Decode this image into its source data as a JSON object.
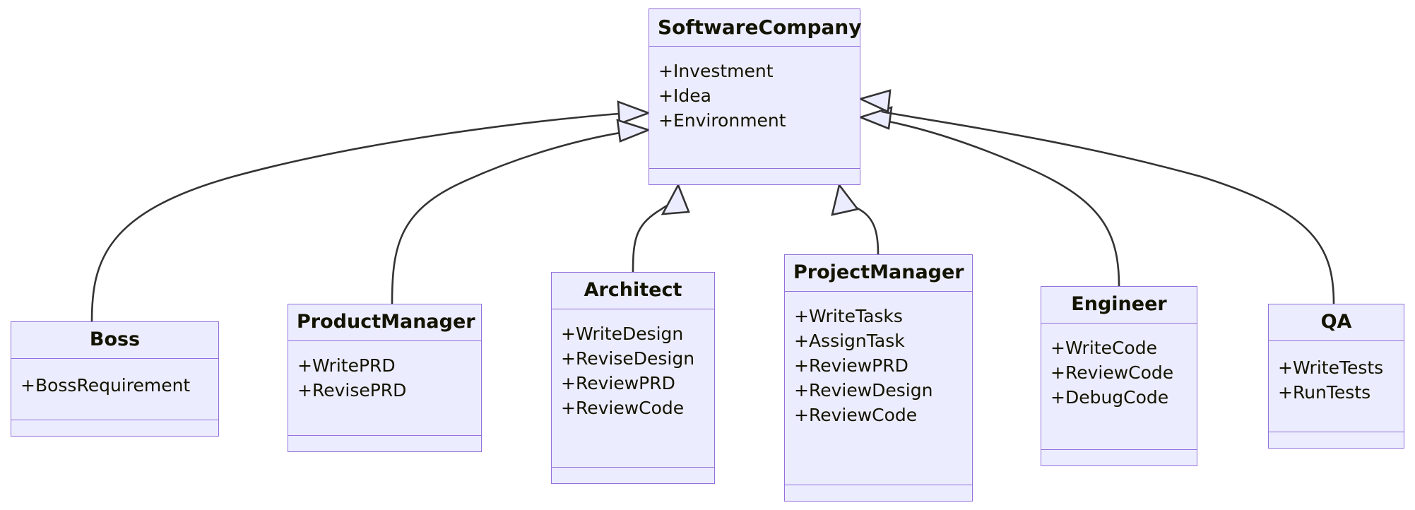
{
  "diagram": {
    "type": "uml-class-diagram",
    "relationship": "generalization",
    "colors": {
      "class_fill": "#ECECFF",
      "class_border": "#9370DB",
      "edge_stroke": "#333333",
      "arrowhead_fill": "#ECECFF",
      "text": "#131300",
      "background": "#FFFFFF"
    },
    "classes": [
      {
        "id": "softwarecompany",
        "name": "SoftwareCompany",
        "members": [
          "+Investment",
          "+Idea",
          "+Environment"
        ],
        "methods": []
      },
      {
        "id": "boss",
        "name": "Boss",
        "members": [
          "+BossRequirement"
        ],
        "methods": []
      },
      {
        "id": "productmanager",
        "name": "ProductManager",
        "members": [
          "+WritePRD",
          "+RevisePRD"
        ],
        "methods": []
      },
      {
        "id": "architect",
        "name": "Architect",
        "members": [
          "+WriteDesign",
          "+ReviseDesign",
          "+ReviewPRD",
          "+ReviewCode"
        ],
        "methods": []
      },
      {
        "id": "projectmanager",
        "name": "ProjectManager",
        "members": [
          "+WriteTasks",
          "+AssignTask",
          "+ReviewPRD",
          "+ReviewDesign",
          "+ReviewCode"
        ],
        "methods": []
      },
      {
        "id": "engineer",
        "name": "Engineer",
        "members": [
          "+WriteCode",
          "+ReviewCode",
          "+DebugCode"
        ],
        "methods": []
      },
      {
        "id": "qa",
        "name": "QA",
        "members": [
          "+WriteTests",
          "+RunTests"
        ],
        "methods": []
      }
    ],
    "edges": [
      {
        "from": "boss",
        "to": "softwarecompany",
        "kind": "inheritance",
        "arrow": "hollow-triangle"
      },
      {
        "from": "productmanager",
        "to": "softwarecompany",
        "kind": "inheritance",
        "arrow": "hollow-triangle"
      },
      {
        "from": "architect",
        "to": "softwarecompany",
        "kind": "inheritance",
        "arrow": "hollow-triangle"
      },
      {
        "from": "projectmanager",
        "to": "softwarecompany",
        "kind": "inheritance",
        "arrow": "hollow-triangle"
      },
      {
        "from": "engineer",
        "to": "softwarecompany",
        "kind": "inheritance",
        "arrow": "hollow-triangle"
      },
      {
        "from": "qa",
        "to": "softwarecompany",
        "kind": "inheritance",
        "arrow": "hollow-triangle"
      }
    ]
  }
}
